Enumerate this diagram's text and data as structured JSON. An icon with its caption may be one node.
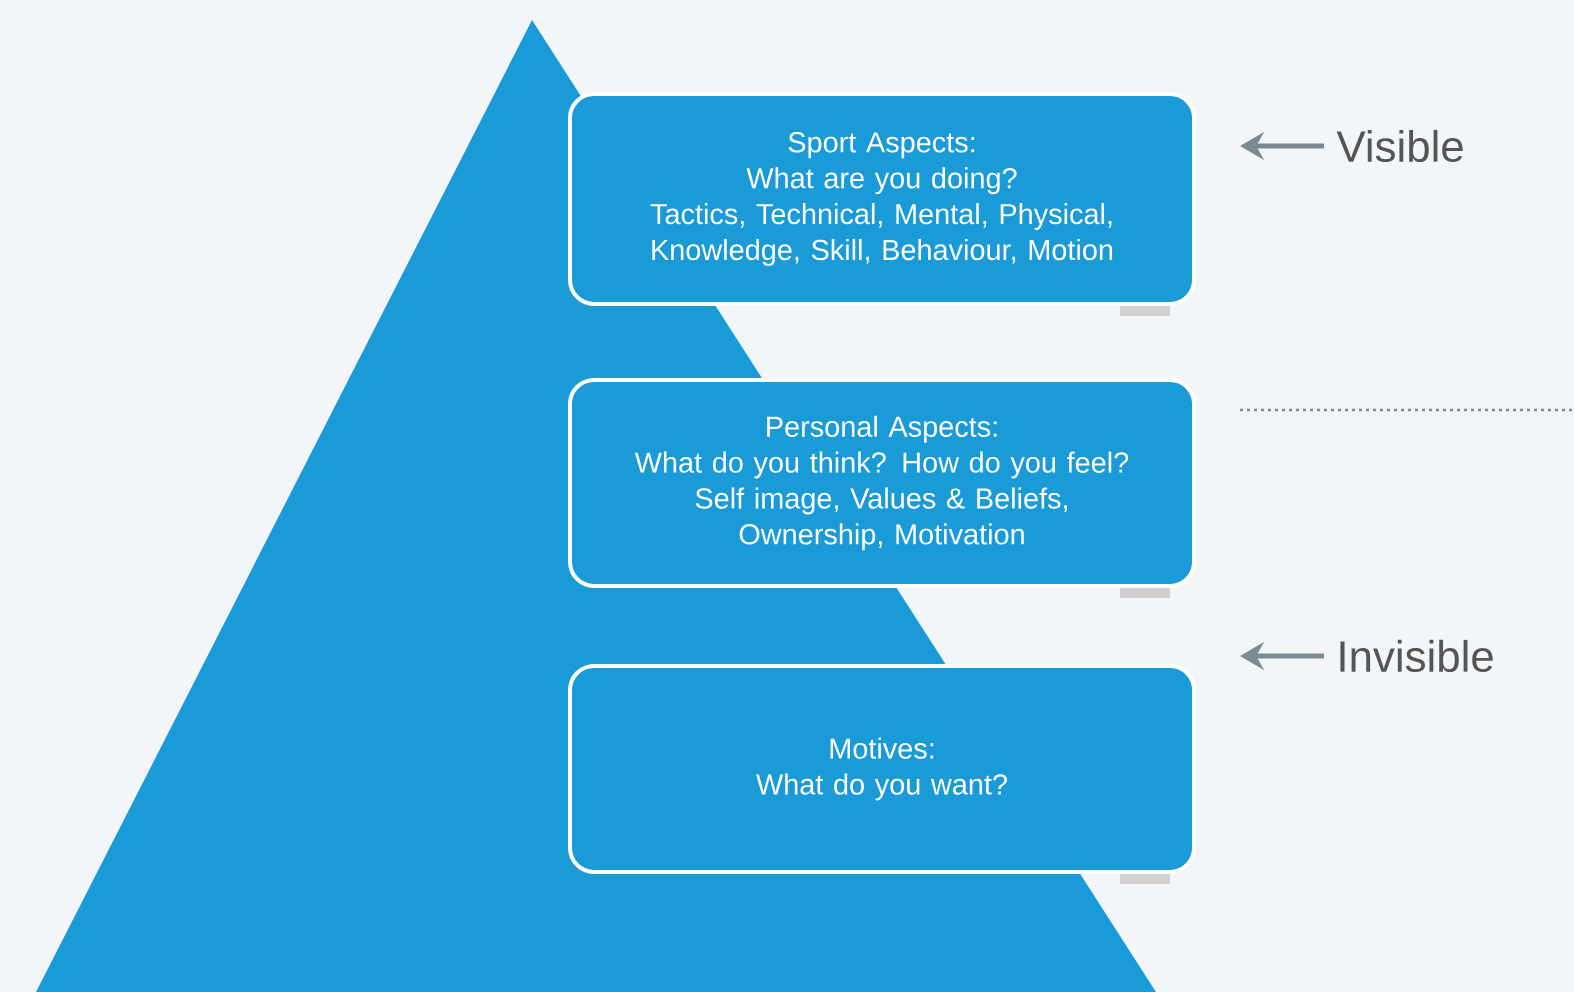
{
  "diagram": {
    "nodes": [
      {
        "text": [
          "Sport Aspects:",
          "What are you doing?",
          "Tactics, Technical, Mental, Physical, Knowledge, Skill, Behaviour, Motion"
        ]
      },
      {
        "text": [
          "Personal Aspects:",
          "What do you think? How do you feel?",
          "Self image, Values & Beliefs, Ownership, Motivation"
        ]
      },
      {
        "text": [
          "Motives:",
          "What do you want?"
        ]
      }
    ],
    "labels": [
      "Visible",
      "Invisible"
    ]
  }
}
